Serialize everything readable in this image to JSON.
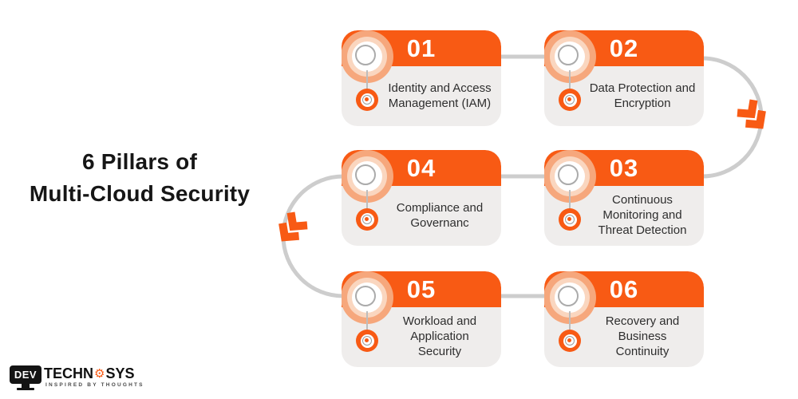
{
  "title": {
    "line1": "6 Pillars of",
    "line2": "Multi-Cloud Security"
  },
  "cards": [
    {
      "number": "01",
      "text": "Identity and Access\nManagement (IAM)",
      "position": "row1-left"
    },
    {
      "number": "02",
      "text": "Data Protection and\nEncryption",
      "position": "row1-right"
    },
    {
      "number": "03",
      "text": "Continuous\nMonitoring and\nThreat Detection",
      "position": "row2-right"
    },
    {
      "number": "04",
      "text": "Compliance and\nGovernanc",
      "position": "row2-left"
    },
    {
      "number": "05",
      "text": "Workload and\nApplication\nSecurity",
      "position": "row3-left"
    },
    {
      "number": "06",
      "text": "Recovery and\nBusiness\nContinuity",
      "position": "row3-right"
    }
  ],
  "logo": {
    "monitor_text": "DEV",
    "brand_part1": "TECHN",
    "gear_icon": "⚙",
    "brand_part2": "SYS",
    "tagline": "INSPIRED BY THOUGHTS"
  },
  "colors": {
    "accent_orange": "#F85A14",
    "card_background": "#EFEDEC",
    "connector_gray": "#CDCDCD",
    "halo_outer": "#F6A77C",
    "halo_inner": "#FAD6BF",
    "text_dark": "#2E2E2E"
  }
}
